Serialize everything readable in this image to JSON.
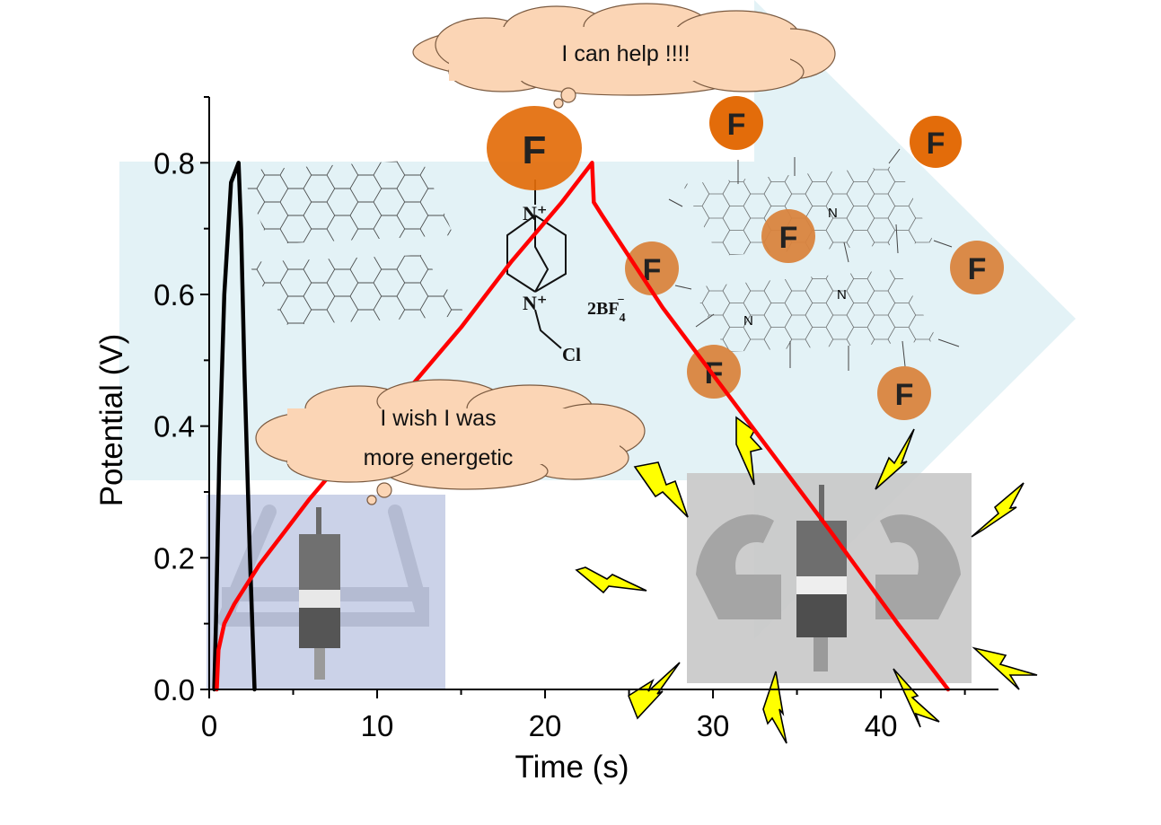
{
  "chart_data": {
    "type": "line",
    "xlabel": "Time (s)",
    "ylabel": "Potential (V)",
    "xlim": [
      0,
      47
    ],
    "ylim": [
      0,
      0.9
    ],
    "x_ticks": [
      0,
      10,
      20,
      30,
      40
    ],
    "y_ticks": [
      0.0,
      0.2,
      0.4,
      0.6,
      0.8
    ],
    "x_tick_labels": [
      "0",
      "10",
      "20",
      "30",
      "40"
    ],
    "y_tick_labels": [
      "0.0",
      "0.2",
      "0.4",
      "0.6",
      "0.8"
    ],
    "grid": false,
    "series": [
      {
        "color": "#000000",
        "points": [
          [
            0.3,
            0.0
          ],
          [
            0.4,
            0.1
          ],
          [
            0.6,
            0.35
          ],
          [
            0.9,
            0.6
          ],
          [
            1.3,
            0.77
          ],
          [
            1.75,
            0.8
          ],
          [
            1.9,
            0.7
          ],
          [
            2.1,
            0.48
          ],
          [
            2.4,
            0.22
          ],
          [
            2.7,
            0.0
          ]
        ]
      },
      {
        "color": "#ff0000",
        "points": [
          [
            0.45,
            0.0
          ],
          [
            0.55,
            0.06
          ],
          [
            0.9,
            0.1
          ],
          [
            1.5,
            0.13
          ],
          [
            3,
            0.19
          ],
          [
            6,
            0.29
          ],
          [
            9,
            0.38
          ],
          [
            12,
            0.46
          ],
          [
            15,
            0.55
          ],
          [
            18,
            0.65
          ],
          [
            21,
            0.74
          ],
          [
            22.5,
            0.79
          ],
          [
            22.8,
            0.8
          ],
          [
            22.9,
            0.74
          ],
          [
            23.4,
            0.72
          ],
          [
            27,
            0.58
          ],
          [
            32,
            0.41
          ],
          [
            37,
            0.24
          ],
          [
            41,
            0.1
          ],
          [
            44,
            0.0
          ]
        ]
      }
    ]
  },
  "annotations": {
    "top_bubble_text": "I can help !!!!",
    "bottom_bubble_line1": "I wish I was",
    "bottom_bubble_line2": "more energetic",
    "fluorine_label": "F",
    "nitrogen_label": "N",
    "nplus_label": "N⁺",
    "counter_ion_label": "2BF",
    "counter_ion_sub": "4",
    "counter_ion_sup": "−",
    "chlorine_label": "Cl"
  },
  "colors": {
    "arrow_fill": "#daeef3",
    "fluorine_dark": "#e36c0a",
    "fluorine_light": "#d9843e",
    "bubble_fill": "#fbd5b5",
    "bolt_fill": "#ffff00",
    "weak_panel": "#c5cde6",
    "strong_panel": "#c8c8c8"
  }
}
